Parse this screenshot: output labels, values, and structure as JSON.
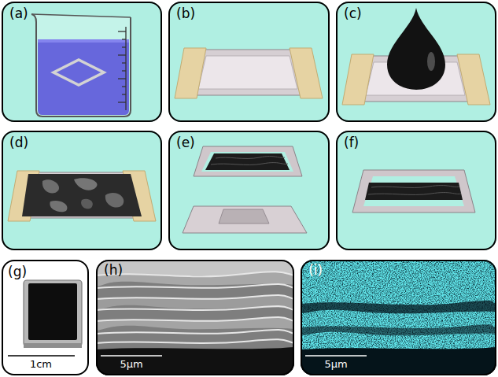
{
  "diagram": {
    "nodes": [
      {
        "text": [
          "(a)"
        ]
      },
      {
        "text": [
          "(b)"
        ]
      },
      {
        "text": [
          "(c)"
        ]
      },
      {
        "text": [
          "(d)"
        ]
      },
      {
        "text": [
          "(e)"
        ]
      },
      {
        "text": [
          "(f)"
        ]
      },
      {
        "text": [
          "(g)",
          "1cm"
        ]
      },
      {
        "text": [
          "(h)",
          "5μm"
        ]
      },
      {
        "text": [
          "(i)",
          "5μm"
        ]
      }
    ]
  }
}
